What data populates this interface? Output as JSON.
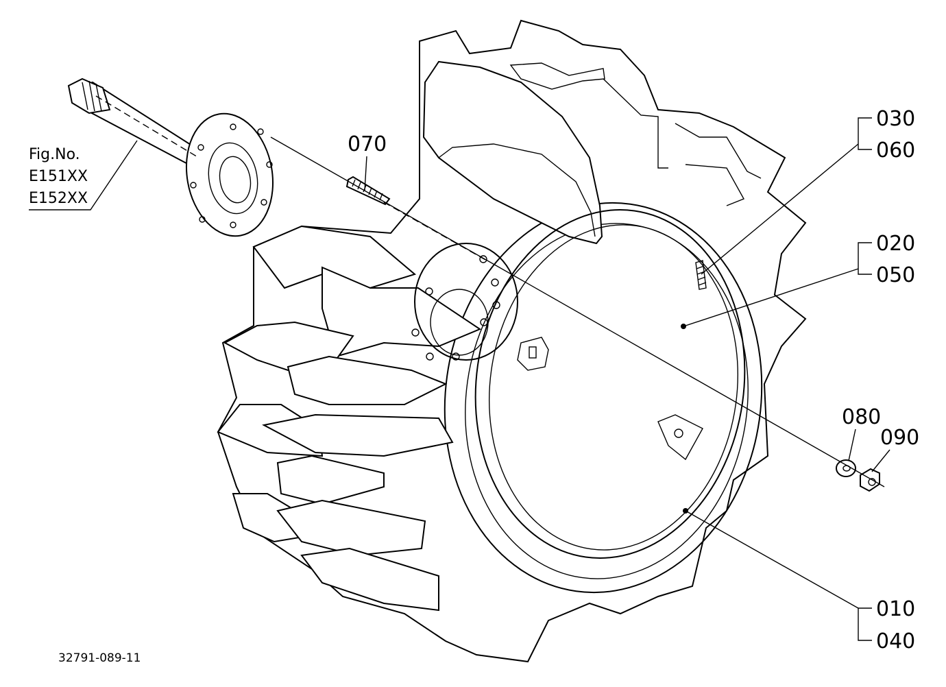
{
  "figure_reference": {
    "title": "Fig.No.",
    "codes": [
      "E151XX",
      "E152XX"
    ]
  },
  "drawing_number": "32791-089-11",
  "callouts": {
    "c070": "070",
    "c030": "030",
    "c060": "060",
    "c020": "020",
    "c050": "050",
    "c080": "080",
    "c090": "090",
    "c010": "010",
    "c040": "040"
  },
  "colors": {
    "line": "#000000",
    "background": "#ffffff"
  }
}
